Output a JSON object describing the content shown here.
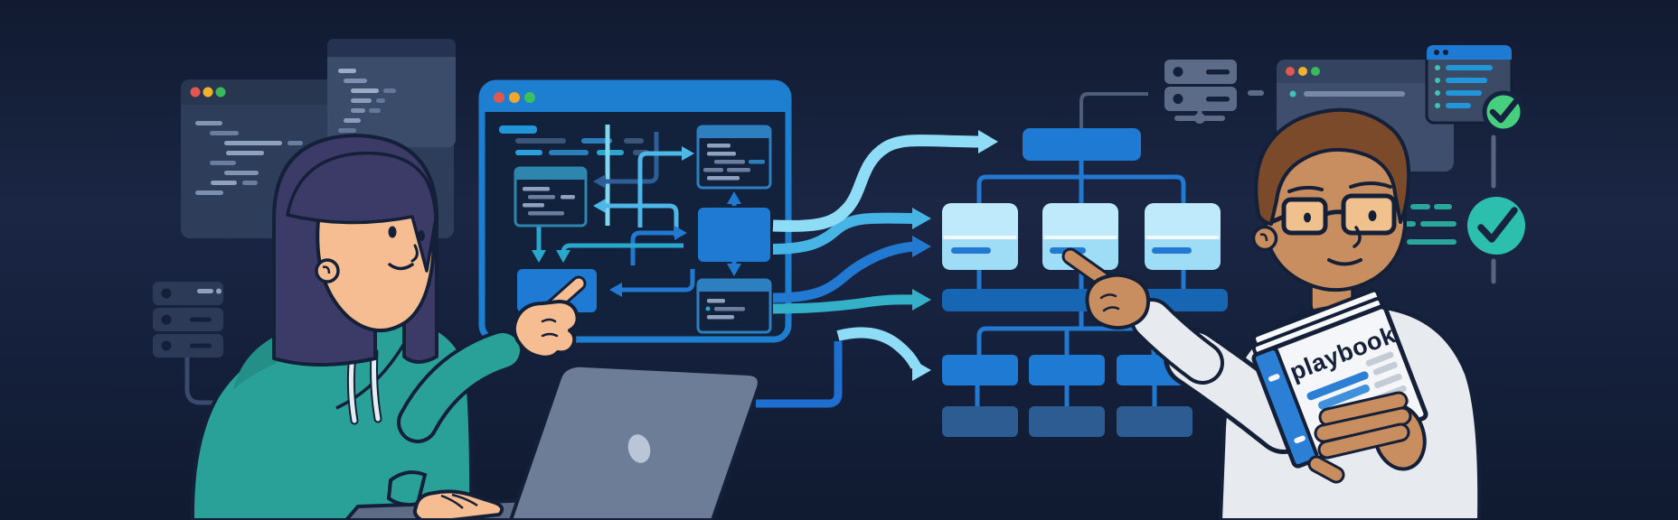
{
  "book": {
    "title": "playbook"
  },
  "colors": {
    "background": "#131e38",
    "window_slate": "#2e3d59",
    "accent_blue": "#1f7ad4",
    "bright_blue": "#2196d9",
    "pipe_light_cyan": "#8edcf5",
    "pipe_cyan": "#46b5e6",
    "pipe_teal": "#35b0c9",
    "pipe_blue": "#2179d1",
    "flow_card_light": "#bfeafc",
    "flow_bar_blue": "#1766b4",
    "muted_box_blue": "#2b5f96",
    "hoodie_teal": "#2aa198",
    "sweater_gray": "#e7eaef",
    "pants_navy": "#2e4d80",
    "woman_skin": "#f6bd92",
    "man_skin": "#c98e5f",
    "woman_hair": "#3c3b68",
    "man_hair": "#7a4a2b",
    "success_green": "#46d07e",
    "success_teal": "#2dbfae",
    "traffic_red": "#e2574f",
    "traffic_yellow": "#f0b42c",
    "traffic_green": "#39b85c",
    "outline_navy": "#141f38"
  },
  "icons": {
    "checkmark_glyph": "✓",
    "window_controls": [
      "close",
      "minimize",
      "maximize"
    ],
    "server_rack": "stacked-server-units",
    "pointing_hand": "index-finger-pointer"
  }
}
